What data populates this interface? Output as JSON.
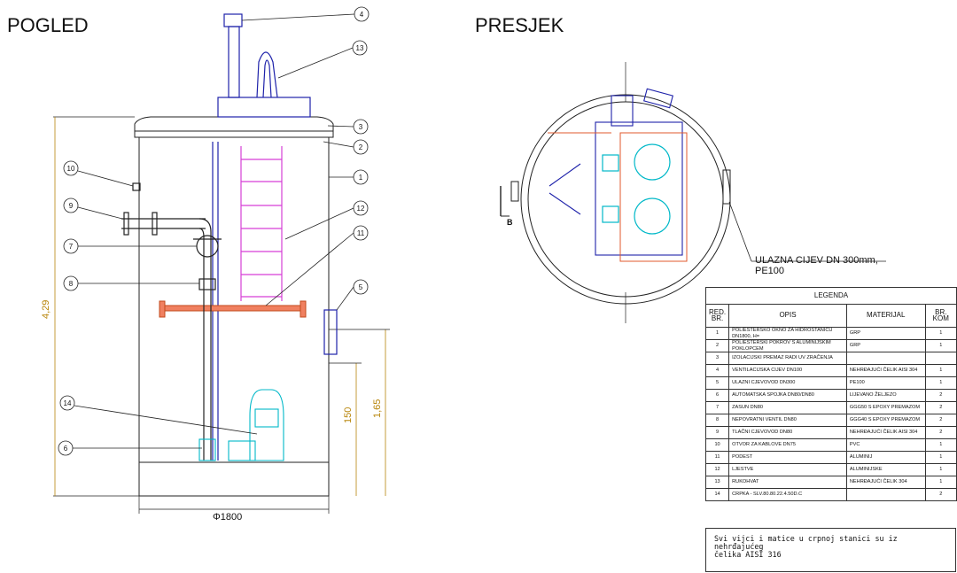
{
  "titles": {
    "view": "POGLED",
    "section": "PRESJEK"
  },
  "callouts": [
    "1",
    "2",
    "3",
    "4",
    "5",
    "6",
    "7",
    "8",
    "9",
    "10",
    "11",
    "12",
    "13",
    "14"
  ],
  "dimensions": {
    "total_height": "4,29",
    "height_a": "1,65",
    "height_b": "150",
    "diameter": "Φ1800",
    "section_mark": "B"
  },
  "inlet_label": {
    "line1": "ULAZNA CIJEV DN 300mm,",
    "line2": "PE100"
  },
  "legend": {
    "title": "LEGENDA",
    "headers": {
      "no": "RED. BR.",
      "desc": "OPIS",
      "material": "MATERIJAL",
      "count": "BR. KOM"
    },
    "rows": [
      {
        "no": "1",
        "desc": "POLIESTERSKO OKNO ZA HIDROSTANICU DN1800, H=",
        "material": "GRP",
        "count": "1"
      },
      {
        "no": "2",
        "desc": "POLIESTERSKI POKROV S ALUMINIJSKIM POKLOPCEM",
        "material": "GRP",
        "count": "1"
      },
      {
        "no": "3",
        "desc": "IZOLACIJSKI PREMAZ RADI UV ZRAČENJA",
        "material": "",
        "count": ""
      },
      {
        "no": "4",
        "desc": "VENTILACIJSKA CIJEV DN100",
        "material": "NEHRĐAJUĆI ČELIK AISI 304",
        "count": "1"
      },
      {
        "no": "5",
        "desc": "ULAZNI CJEVOVOD DN300",
        "material": "PE100",
        "count": "1"
      },
      {
        "no": "6",
        "desc": "AUTOMATSKA SPOJKA DN80/DN80",
        "material": "LIJEVANO ŽELJEZO",
        "count": "2"
      },
      {
        "no": "7",
        "desc": "ZASUN DN80",
        "material": "GGG50 S EPOXY PREMAZOM",
        "count": "2"
      },
      {
        "no": "8",
        "desc": "NEPOVRATNI VENTIL DN80",
        "material": "GGG40 S EPOXY PREMAZOM",
        "count": "2"
      },
      {
        "no": "9",
        "desc": "TLAČNI CJEVOVOD DN80",
        "material": "NEHRĐAJUĆI ČELIK AISI 304",
        "count": "2"
      },
      {
        "no": "10",
        "desc": "OTVOR ZA KABLOVE DN75",
        "material": "PVC",
        "count": "1"
      },
      {
        "no": "11",
        "desc": "PODEST",
        "material": "ALUMINIJ",
        "count": "1"
      },
      {
        "no": "12",
        "desc": "LJESTVE",
        "material": "ALUMINIJSKE",
        "count": "1"
      },
      {
        "no": "13",
        "desc": "RUKOHVAT",
        "material": "NEHRĐAJUĆI ČELIK 304",
        "count": "1"
      },
      {
        "no": "14",
        "desc": "CRPKA - SLV.80.80.22.4.50D.C",
        "material": "",
        "count": "2"
      }
    ],
    "note": "Svi vijci i matice u crpnoj stanici su iz nehrđajućeg\nčelika AISI 316"
  }
}
